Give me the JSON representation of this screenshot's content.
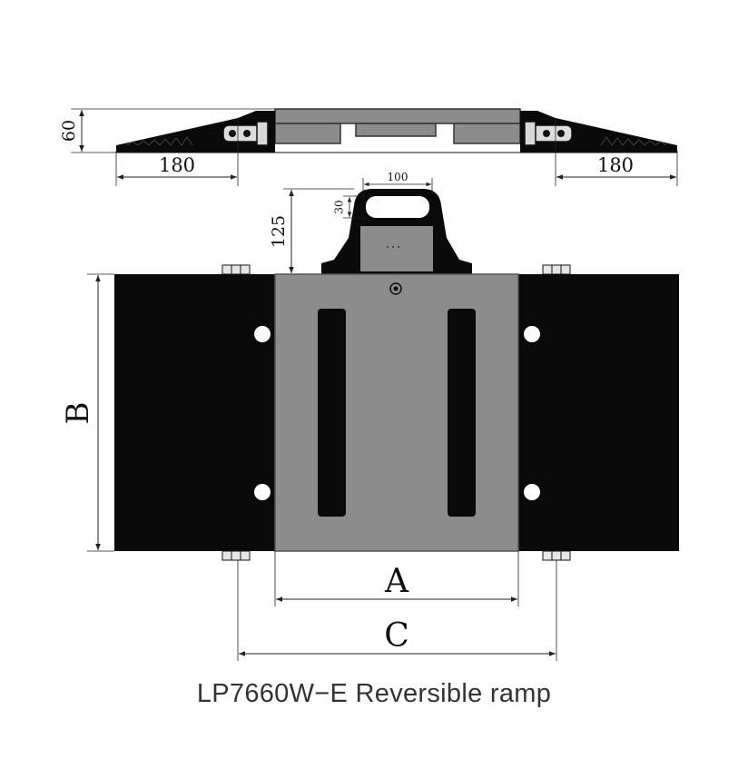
{
  "dimensions": {
    "side_height": "60",
    "left_ramp_length": "180",
    "right_ramp_length": "180",
    "handle_width": "100",
    "handle_hole_height": "30",
    "handle_height": "125",
    "plate_depth": "B",
    "plate_width": "A",
    "overall_width": "C"
  },
  "caption": "LP7660W−E Reversible ramp",
  "colors": {
    "ramp": "#0a0a0a",
    "plate": "#8c8c8c",
    "plate_edge": "#555555",
    "dimension_line": "#222222",
    "background": "#ffffff"
  }
}
